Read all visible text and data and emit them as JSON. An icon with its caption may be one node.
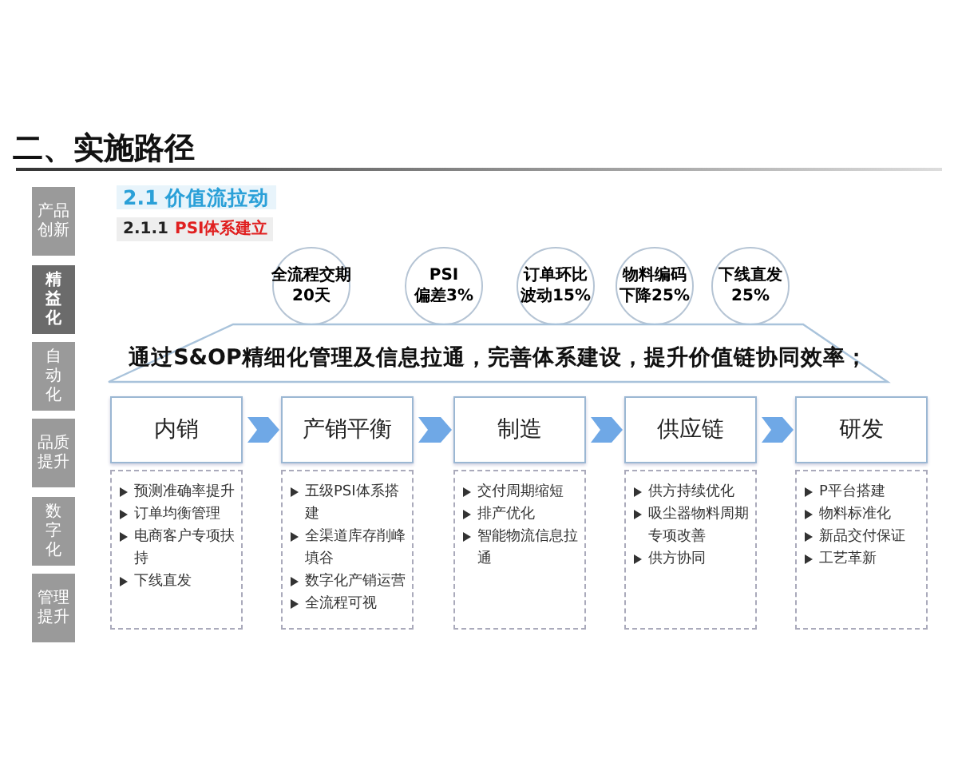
{
  "diagram": {
    "title": "二、实施路径",
    "nodes": [
      {
        "text": [
          "产品创新"
        ]
      },
      {
        "text": [
          "精益化"
        ]
      },
      {
        "text": [
          "自动化"
        ]
      },
      {
        "text": [
          "品质提升"
        ]
      },
      {
        "text": [
          "数字化"
        ]
      },
      {
        "text": [
          "管理提升"
        ]
      },
      {
        "text": [
          "全流程交期20天"
        ]
      },
      {
        "text": [
          "PSI 偏差3%"
        ]
      },
      {
        "text": [
          "订单环比波动15%"
        ]
      },
      {
        "text": [
          "物料编码下降25%"
        ]
      },
      {
        "text": [
          "下线直发25%"
        ]
      },
      {
        "text": [
          "通过S&OP精细化管理及信息拉通，完善体系建设，提升价值链协同效率；"
        ]
      },
      {
        "text": [
          "内销"
        ]
      },
      {
        "text": [
          "产销平衡"
        ]
      },
      {
        "text": [
          "制造"
        ]
      },
      {
        "text": [
          "供应链"
        ]
      },
      {
        "text": [
          "研发"
        ]
      },
      {
        "text": [
          "预测准确率提升",
          "订单均衡管理",
          "电商客户专项扶持",
          "下线直发"
        ]
      },
      {
        "text": [
          "五级PSI体系搭建",
          "全渠道库存削峰填谷",
          "数字化产销运营",
          "全流程可视"
        ]
      },
      {
        "text": [
          "交付周期缩短",
          "排产优化",
          "智能物流信息拉通"
        ]
      },
      {
        "text": [
          "供方持续优化",
          "吸尘器物料周期专项改善",
          "供方协同"
        ]
      },
      {
        "text": [
          "P平台搭建",
          "物料标准化",
          "新品交付保证",
          "工艺革新"
        ]
      }
    ],
    "edges": [
      {
        "from": 12,
        "to": 13,
        "arrow": "to"
      },
      {
        "from": 13,
        "to": 14,
        "arrow": "to"
      },
      {
        "from": 14,
        "to": 15,
        "arrow": "to"
      },
      {
        "from": 15,
        "to": 16,
        "arrow": "to"
      }
    ],
    "labels": [
      "2.1 价值流拉动",
      "2.1.1",
      "PSI体系建立"
    ]
  }
}
